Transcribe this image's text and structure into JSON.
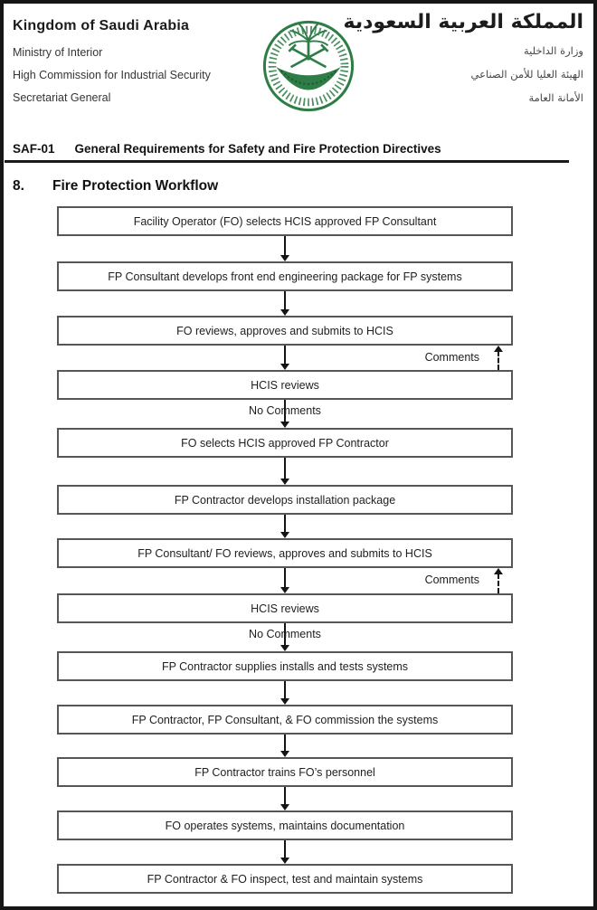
{
  "header": {
    "en": {
      "title": "Kingdom of Saudi Arabia",
      "lines": [
        "Ministry of Interior",
        "High Commission for Industrial Security",
        "Secretariat General"
      ]
    },
    "ar": {
      "title": "المملكة العربية السعودية",
      "lines": [
        "وزارة الداخلية",
        "الهيئة العليا للأمن الصناعي",
        "الأمانة العامة"
      ]
    },
    "logo": "ministry-of-interior-emblem",
    "logo_color": "#2e7d46"
  },
  "doc_header": {
    "code": "SAF-01",
    "title": "General Requirements for Safety and Fire Protection Directives"
  },
  "section": {
    "number": "8.",
    "title": "Fire Protection Workflow"
  },
  "flowchart": {
    "steps": [
      "Facility Operator (FO) selects HCIS approved FP Consultant",
      "FP Consultant develops front end engineering package for FP systems",
      "FO reviews, approves and submits to HCIS",
      "HCIS reviews",
      "FO selects HCIS approved FP Contractor",
      "FP Contractor develops installation package",
      "FP Consultant/ FO reviews, approves and submits to HCIS",
      "HCIS reviews",
      "FP Contractor supplies installs and tests systems",
      "FP Contractor, FP Consultant, & FO commission the systems",
      "FP Contractor trains FO’s personnel",
      "FO operates systems, maintains documentation",
      "FP Contractor & FO inspect, test and maintain systems"
    ],
    "feedback_label": "Comments",
    "pass_label": "No Comments"
  }
}
